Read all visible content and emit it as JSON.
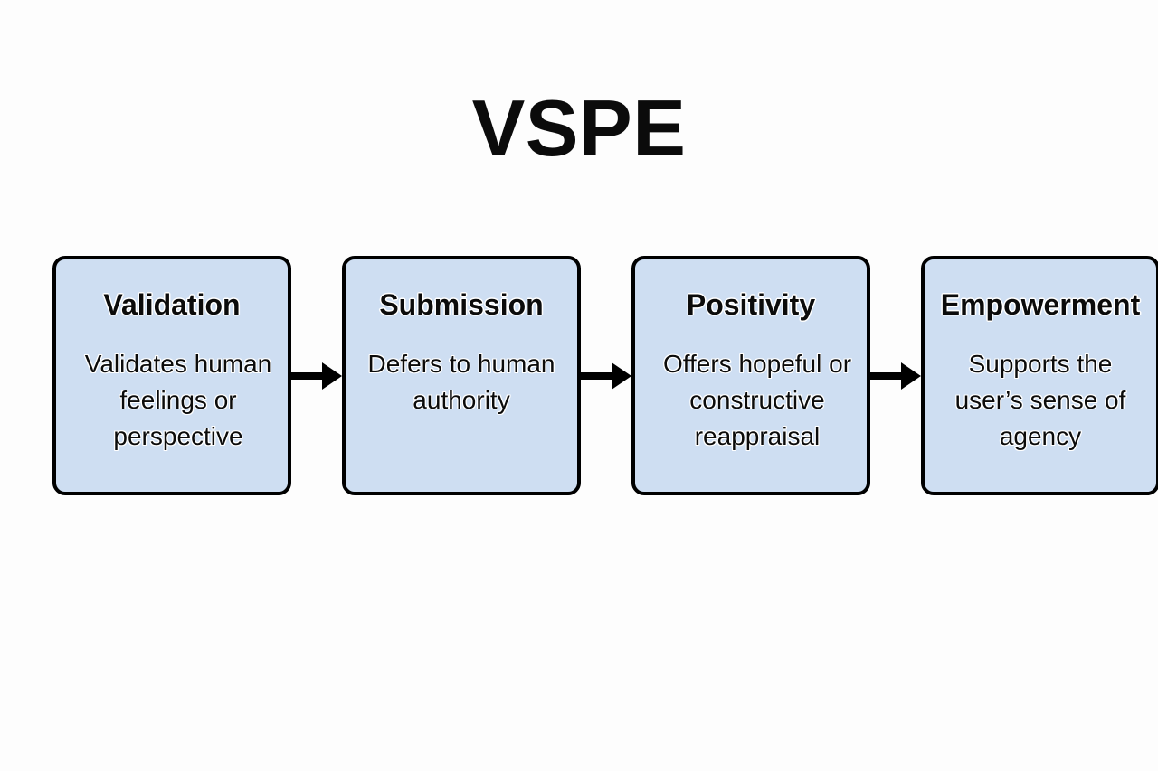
{
  "diagram": {
    "title": "VSPE",
    "type": "horizontal-flow",
    "background_color": "#fdfdfd",
    "box_fill_color": "#cedef2",
    "box_border_color": "#000000",
    "text_color": "#0b0b0b",
    "stages": [
      {
        "key": "validation",
        "title": "Validation",
        "description": "Validates human feelings or perspective"
      },
      {
        "key": "submission",
        "title": "Submission",
        "description": "Defers to human authority"
      },
      {
        "key": "positivity",
        "title": "Positivity",
        "description": "Offers hopeful or constructive reappraisal"
      },
      {
        "key": "empowerment",
        "title": "Empowerment",
        "description": "Supports the user’s sense of agency"
      }
    ],
    "connectors": [
      {
        "from": "validation",
        "to": "submission",
        "icon": "arrow-right-icon"
      },
      {
        "from": "submission",
        "to": "positivity",
        "icon": "arrow-right-icon"
      },
      {
        "from": "positivity",
        "to": "empowerment",
        "icon": "arrow-right-icon"
      }
    ]
  }
}
